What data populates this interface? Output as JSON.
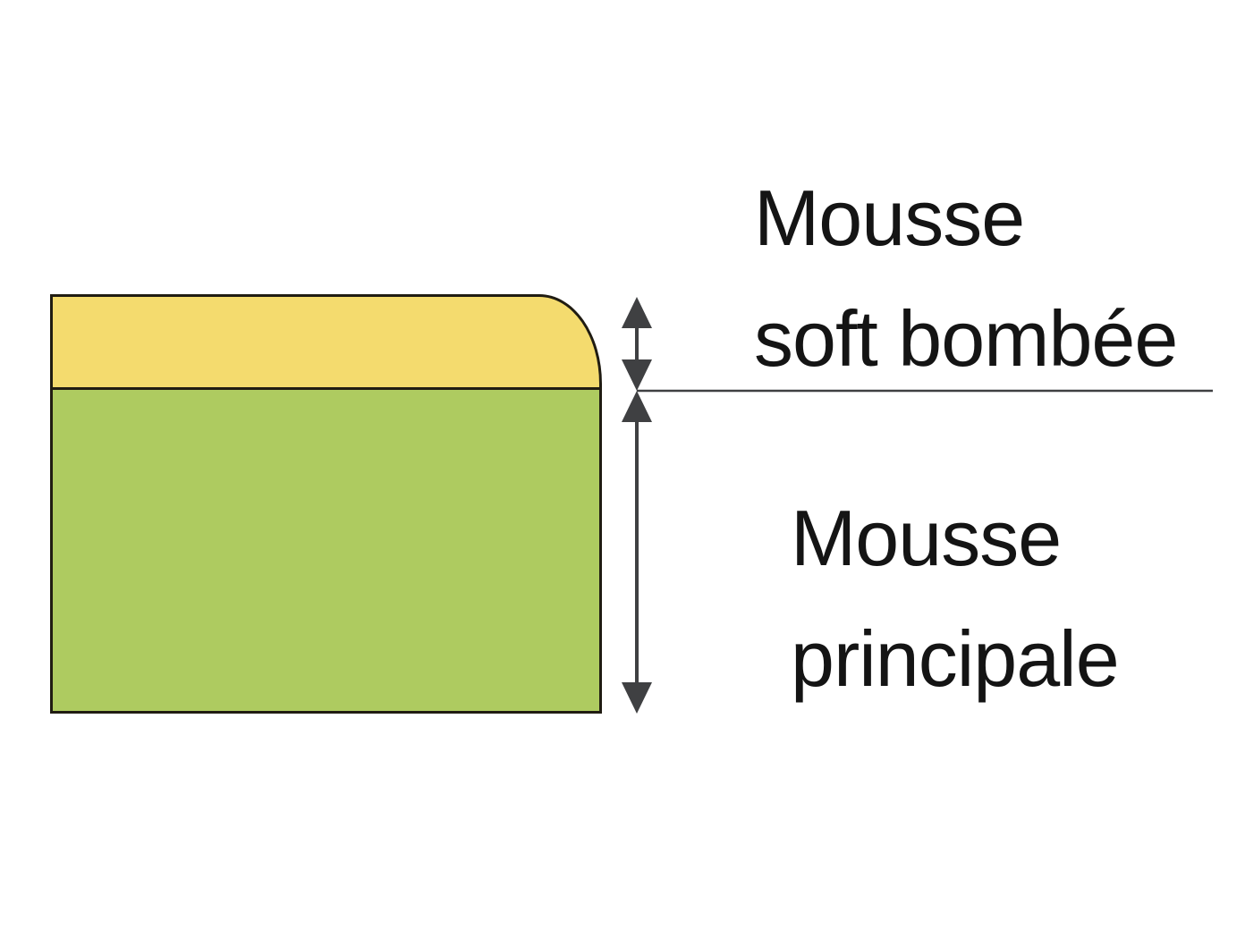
{
  "labels": {
    "soft_layer": "Mousse\nsoft bombée",
    "main_layer": "Mousse\nprincipale"
  },
  "layers": [
    {
      "name": "soft-foam-top-layer",
      "label": "Mousse soft bombée",
      "color": "#f4db6e"
    },
    {
      "name": "main-foam-layer",
      "label": "Mousse principale",
      "color": "#aecb60"
    }
  ],
  "colors": {
    "soft-layer": "#f4db6e",
    "main-layer": "#aecb60",
    "outline": "#201c12",
    "arrow": "#3f4042",
    "text": "#141414",
    "background": "#ffffff"
  }
}
